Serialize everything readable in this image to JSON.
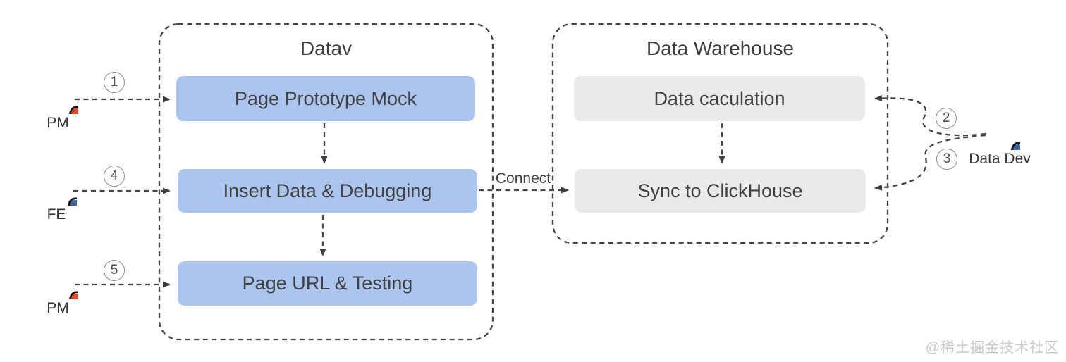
{
  "datav": {
    "title": "Datav",
    "box1": "Page Prototype Mock",
    "box2": "Insert Data & Debugging",
    "box3": "Page URL & Testing"
  },
  "warehouse": {
    "title": "Data Warehouse",
    "box1": "Data caculation",
    "box2": "Sync to ClickHouse"
  },
  "actors": {
    "pm1": {
      "label": "PM",
      "step": "1",
      "color": "#e8472b"
    },
    "fe": {
      "label": "FE",
      "step": "4",
      "color": "#3e63ab"
    },
    "pm2": {
      "label": "PM",
      "step": "5",
      "color": "#e8472b"
    },
    "datadev": {
      "label": "Data Dev",
      "step_top": "2",
      "step_bottom": "3",
      "color": "#3e63ab"
    }
  },
  "labels": {
    "connect": "Connect"
  },
  "colors": {
    "box_blue": "#abc5ef",
    "box_gray": "#eaeaea",
    "line": "#3f3f3f",
    "person_red": "#e8472b",
    "person_blue": "#3e63ab"
  },
  "watermark": "@稀土掘金技术社区"
}
